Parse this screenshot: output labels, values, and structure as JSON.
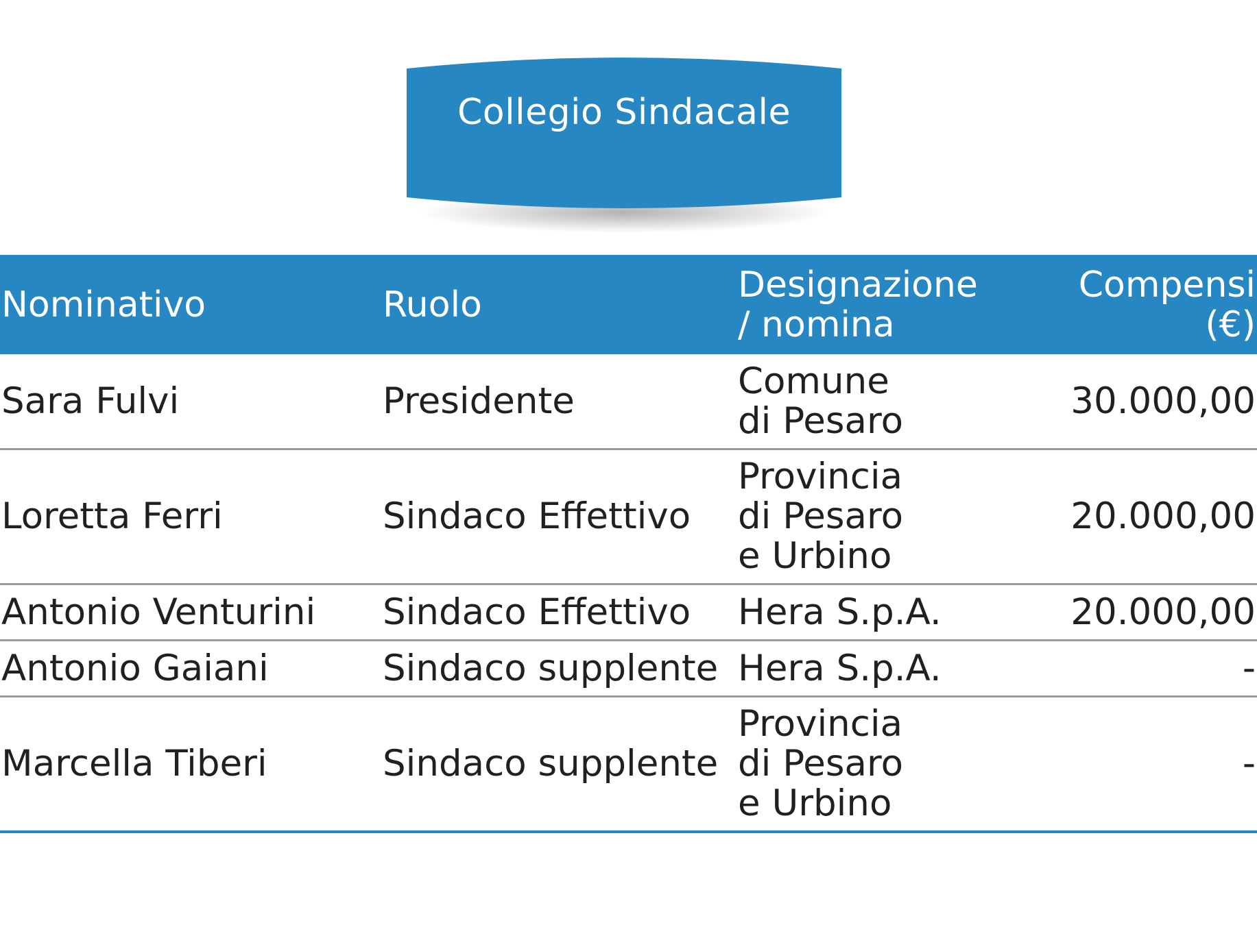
{
  "badge": {
    "title": "Collegio Sindacale",
    "color": "#2787c2"
  },
  "table": {
    "header_color": "#2787c2",
    "columns": [
      {
        "lines": [
          "Nominativo"
        ]
      },
      {
        "lines": [
          "Ruolo"
        ]
      },
      {
        "lines": [
          "Designazione",
          "/ nomina"
        ]
      },
      {
        "lines": [
          "Compensi",
          "(€)"
        ]
      }
    ],
    "rows": [
      {
        "name": "Sara Fulvi",
        "role": "Presidente",
        "designation": [
          "Comune",
          "di Pesaro"
        ],
        "compensation": "30.000,00"
      },
      {
        "name": "Loretta Ferri",
        "role": "Sindaco Effettivo",
        "designation": [
          "Provincia",
          "di Pesaro",
          "e Urbino"
        ],
        "compensation": "20.000,00"
      },
      {
        "name": "Antonio Venturini",
        "role": "Sindaco Effettivo",
        "designation": [
          "Hera S.p.A."
        ],
        "compensation": "20.000,00"
      },
      {
        "name": "Antonio Gaiani",
        "role": "Sindaco supplente",
        "designation": [
          "Hera S.p.A."
        ],
        "compensation": "-"
      },
      {
        "name": "Marcella Tiberi",
        "role": "Sindaco supplente",
        "designation": [
          "Provincia",
          "di Pesaro",
          "e Urbino"
        ],
        "compensation": "-"
      }
    ]
  }
}
